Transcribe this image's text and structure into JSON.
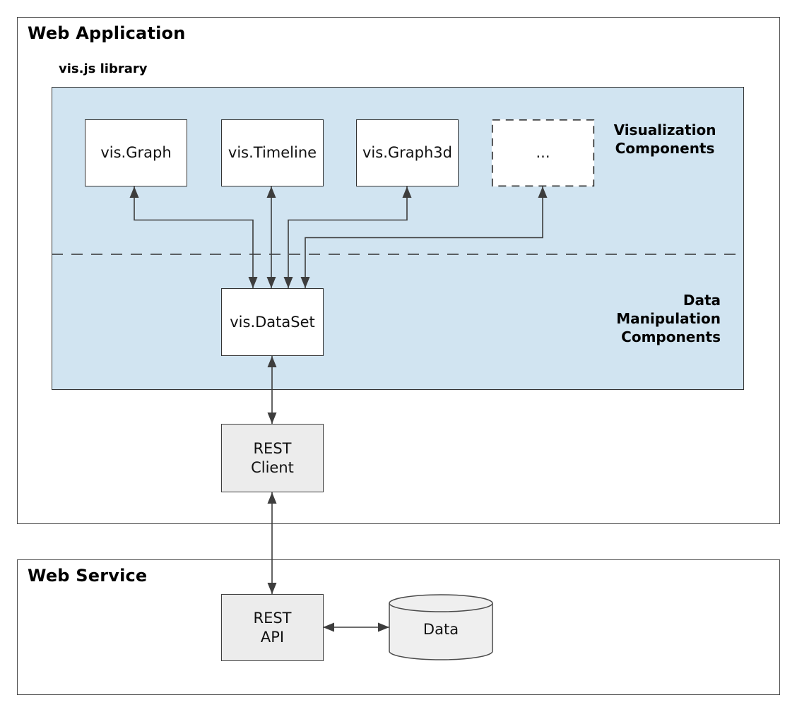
{
  "sections": {
    "web_application": {
      "title": "Web Application"
    },
    "vis_library": {
      "title": "vis.js library"
    },
    "web_service": {
      "title": "Web Service"
    }
  },
  "side_labels": {
    "visualization": {
      "line1": "Visualization",
      "line2": "Components"
    },
    "data_manipulation": {
      "line1": "Data",
      "line2": "Manipulation",
      "line3": "Components"
    }
  },
  "nodes": {
    "graph": {
      "label": "vis.Graph"
    },
    "timeline": {
      "label": "vis.Timeline"
    },
    "graph3d": {
      "label": "vis.Graph3d"
    },
    "more": {
      "label": "..."
    },
    "dataset": {
      "label": "vis.DataSet"
    },
    "rest_client": {
      "line1": "REST",
      "line2": "Client"
    },
    "rest_api": {
      "line1": "REST",
      "line2": "API"
    },
    "data_store": {
      "label": "Data"
    }
  },
  "colors": {
    "library_fill": "#d1e4f1",
    "node_fill": "#ffffff",
    "grey_fill": "#ececec",
    "cylinder_fill": "#efefef",
    "connector": "#3d3d3d",
    "border_dark": "#333333",
    "outer_border": "#4a4a4a"
  }
}
